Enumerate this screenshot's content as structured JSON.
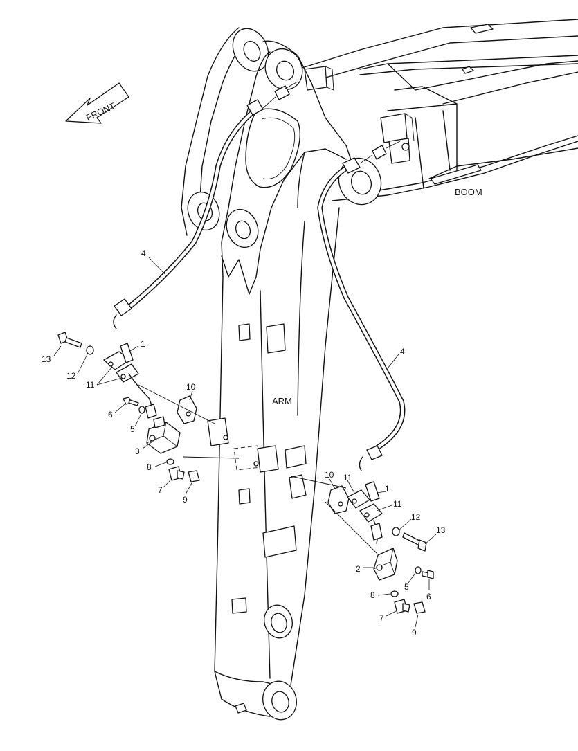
{
  "diagram": {
    "front_label": "FRONT",
    "boom_label": "BOOM",
    "arm_label": "ARM",
    "callouts": {
      "c4_left": "4",
      "c4_right": "4",
      "c1_left": "1",
      "c1_right": "1",
      "c13_left": "13",
      "c13_right": "13",
      "c12_left": "12",
      "c12_right": "12",
      "c11_left": "11",
      "c11_right_a": "11",
      "c11_right_b": "11",
      "c10_left": "10",
      "c10_right": "10",
      "c6_left": "6",
      "c6_right": "6",
      "c5_left": "5",
      "c5_right": "5",
      "c3": "3",
      "c2": "2",
      "c8_left": "8",
      "c8_right": "8",
      "c7_left": "7",
      "c7_right": "7",
      "c9_left": "9",
      "c9_right": "9"
    }
  }
}
